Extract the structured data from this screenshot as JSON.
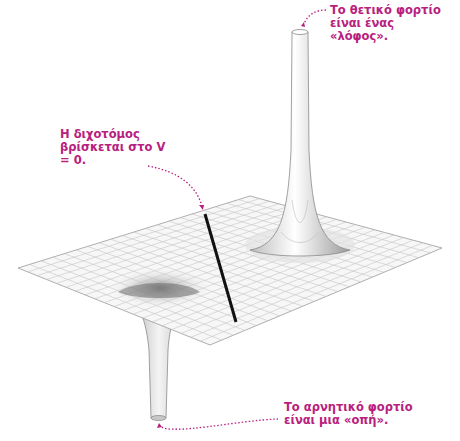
{
  "diagram": {
    "labels": [
      "Το θετικό φορτίο είναι ένας «λόφος».",
      "Η διχοτόμος βρίσκεται στο V = 0.",
      "Το αρνητικό φορτίο είναι μια «οπή»."
    ]
  }
}
